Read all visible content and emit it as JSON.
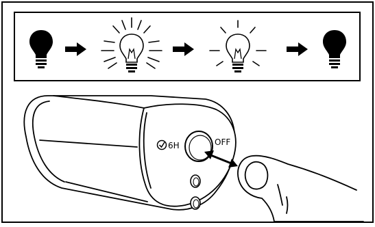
{
  "sequence": {
    "steps": [
      {
        "state": "off"
      },
      {
        "state": "bright"
      },
      {
        "state": "dim"
      },
      {
        "state": "off"
      }
    ],
    "arrow_icon": "right-arrow-icon",
    "bulb_icon": "light-bulb-icon"
  },
  "device": {
    "timer_label": "6H",
    "off_label": "OFF",
    "timer_icon": "check-circle-icon"
  },
  "colors": {
    "ink": "#000000",
    "paper": "#ffffff"
  }
}
